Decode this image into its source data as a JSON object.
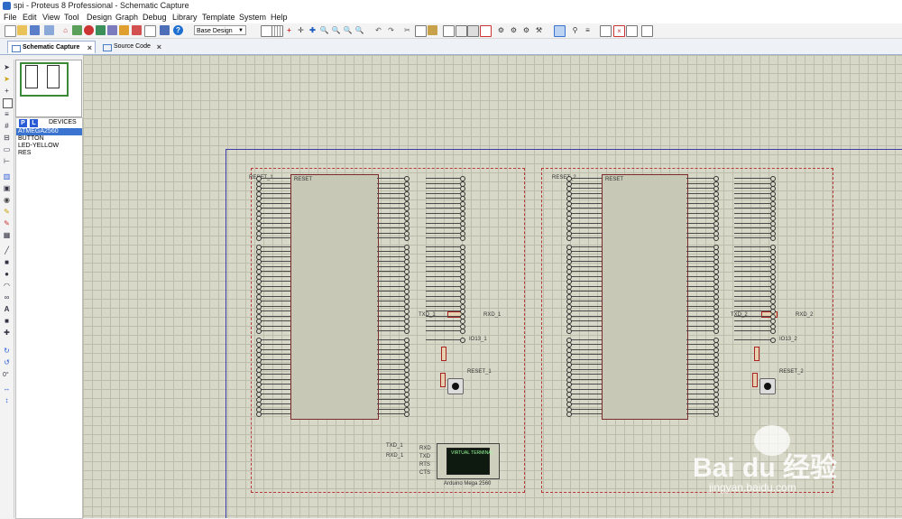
{
  "window": {
    "title": "spi - Proteus 8 Professional - Schematic Capture"
  },
  "menu": [
    "File",
    "Edit",
    "View",
    "Tool",
    "Design",
    "Graph",
    "Debug",
    "Library",
    "Template",
    "System",
    "Help"
  ],
  "toolbar": {
    "design_combo": "Base Design"
  },
  "tabs": [
    {
      "label": "Schematic Capture",
      "active": true
    },
    {
      "label": "Source Code",
      "active": false
    }
  ],
  "devices": {
    "header": "DEVICES",
    "p_button": "P",
    "l_button": "L",
    "items": [
      "ATMEGA2560",
      "BUTTON",
      "LED-YELLOW",
      "RES"
    ],
    "selected": "ATMEGA2560"
  },
  "rotation": "0°",
  "schematic": {
    "left": {
      "chip_top_pin": "RESET",
      "reset_net": "RESET_1",
      "rxd": "RXD_1",
      "txd": "TXD_1",
      "io_net": "IO13_1",
      "terminal_caption": "Arduino Mega 2560"
    },
    "right": {
      "chip_top_pin": "RESET",
      "reset_net": "RESET_2",
      "rxd": "RXD_2",
      "txd": "TXD_2",
      "io_net": "IO13_2"
    },
    "terminal_pins": [
      "RXD",
      "TXD",
      "RTS",
      "CTS"
    ],
    "terminal_screen": "VIRTUAL TERMINAL"
  },
  "watermark": {
    "brand": "Bai du 经验",
    "url": "jingyan.baidu.com"
  },
  "colors": {
    "grid_bg": "#d8d8c8",
    "block_border": "#b83838",
    "sheet_border": "#3a3aa8",
    "selection": "#3a73d0"
  }
}
